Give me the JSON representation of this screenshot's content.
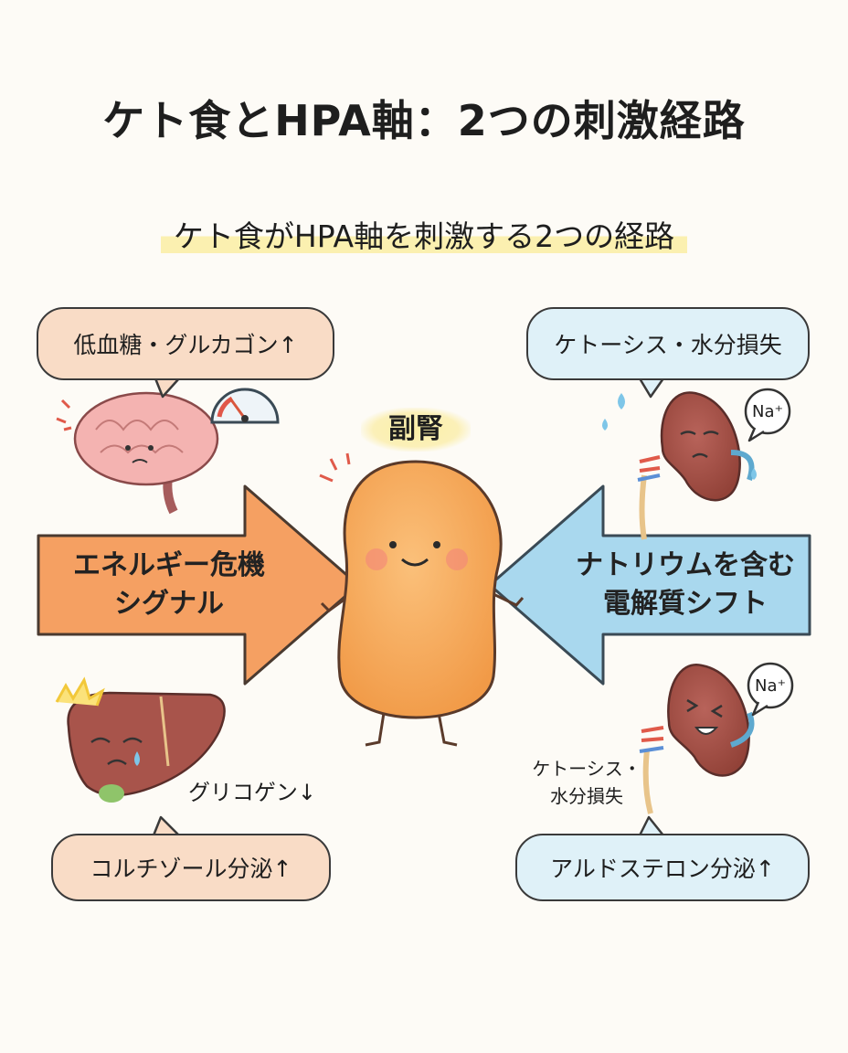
{
  "title": "ケト食とHPA軸：2つの刺激経路",
  "subtitle": "ケト食がHPA軸を刺激する2つの経路",
  "left": {
    "top_bubble": "低血糖・グルカゴン↑",
    "arrow_text": [
      "エネルギー危機",
      "シグナル"
    ],
    "liver_label": "グリコゲン↓",
    "bottom_bubble": "コルチゾール分泌↑"
  },
  "center": {
    "label": "副腎"
  },
  "right": {
    "top_bubble": "ケトーシス・水分損失",
    "arrow_text": [
      "ナトリウムを含む",
      "電解質シフト"
    ],
    "kidney_label": [
      "ケトーシス・",
      "水分損失"
    ],
    "bottom_bubble": "アルドステロン分泌↑",
    "sodium_top": "Na⁺",
    "sodium_bottom": "Na⁺"
  },
  "colors": {
    "left_arrow": "#f5a062",
    "right_arrow": "#a9d8ee",
    "adrenal": "#f6a75a",
    "organ": "#a8544b",
    "brain": "#f4b3b1"
  },
  "icons": [
    "brain-icon",
    "gauge-icon",
    "liver-icon",
    "kidney-icon",
    "water-drop-icon",
    "sodium-bubble-icon",
    "adrenal-character-icon"
  ]
}
